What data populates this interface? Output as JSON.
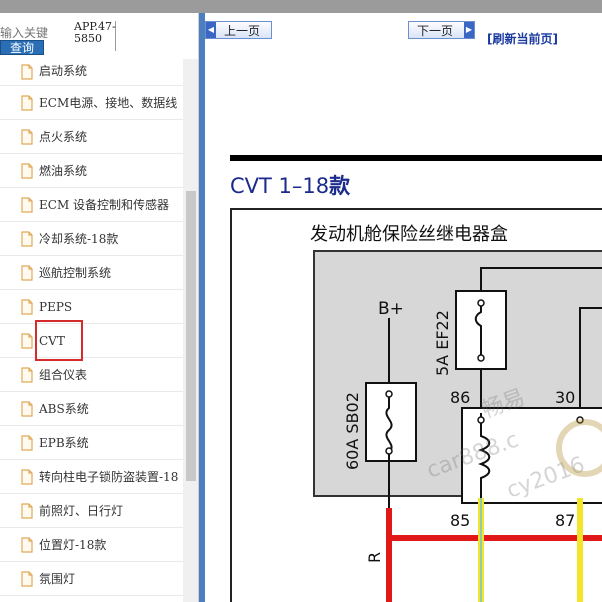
{
  "search": {
    "placeholder": "输入关键",
    "button_label": "查询",
    "app_code": "APP.47-5850"
  },
  "tree_items": [
    "启动系统",
    "ECM电源、接地、数据线",
    "点火系统",
    "燃油系统",
    "ECM 设备控制和传感器",
    "冷却系统-18款",
    "巡航控制系统",
    "PEPS",
    "CVT",
    "组合仪表",
    "ABS系统",
    "EPB系统",
    "转向柱电子锁防盗装置-18",
    "前照灯、日行灯",
    "位置灯-18款",
    "氛围灯"
  ],
  "selected_item": "CVT",
  "nav": {
    "prev_label": "上一页",
    "next_label": "下一页",
    "refresh_label": "[刷新当前页]"
  },
  "document": {
    "title_prefix": "CVT 1–18",
    "title_suffix": "款",
    "box_title": "发动机舱保险丝继电器盒",
    "labels": {
      "b_plus": "B+",
      "fuse_sb02": "60A SB02",
      "fuse_ef22": "5A EF22",
      "pin_86": "86",
      "pin_30": "30",
      "pin_85": "85",
      "pin_87": "87",
      "wire_r": "R"
    },
    "watermark_lines": [
      "畅易",
      "car888.c",
      "cy2016"
    ]
  },
  "colors": {
    "divider": "#4b7fbf",
    "title": "#1c2a8c",
    "selection": "#d62b2b",
    "wire_red": "#e01818",
    "wire_yellow": "#f3e52a",
    "box_fill": "#d7d7d7"
  }
}
